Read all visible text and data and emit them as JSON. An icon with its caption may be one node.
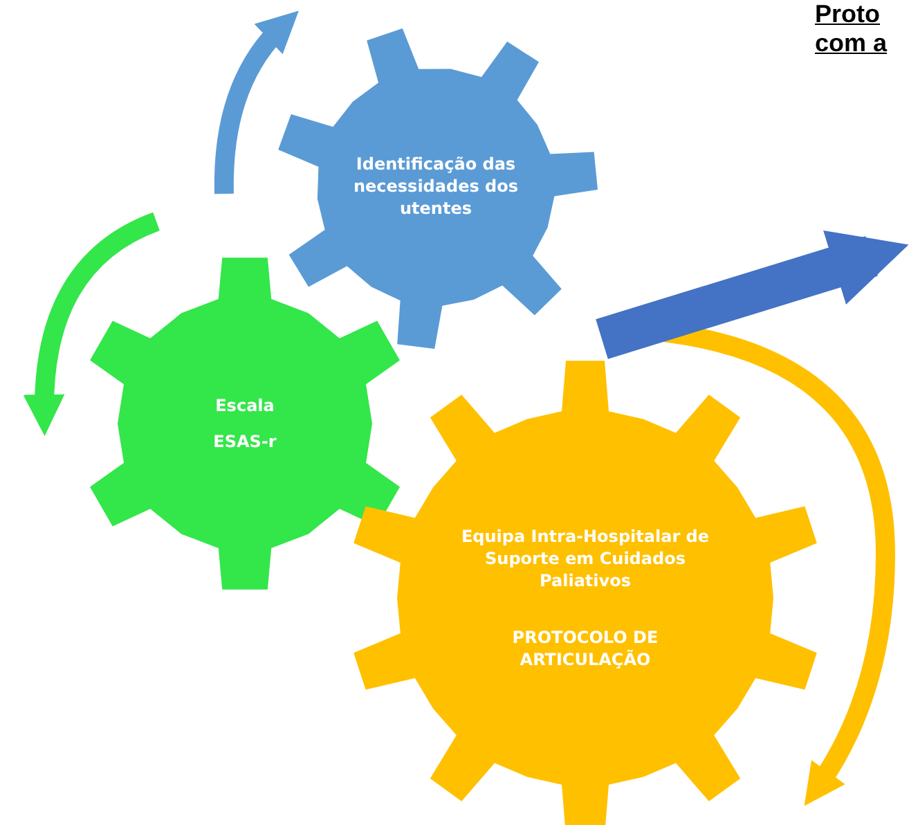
{
  "diagram": {
    "title": "Proto com a",
    "nodes": [
      {
        "text": [
          "Identificação das necessidades dos utentes"
        ]
      },
      {
        "text": [
          "Escala",
          "ESAS-r"
        ]
      },
      {
        "text": [
          "Equipa Intra-Hospitalar de Suporte em Cuidados Paliativos",
          "PROTOCOLO DE ARTICULAÇÃO"
        ]
      }
    ]
  }
}
